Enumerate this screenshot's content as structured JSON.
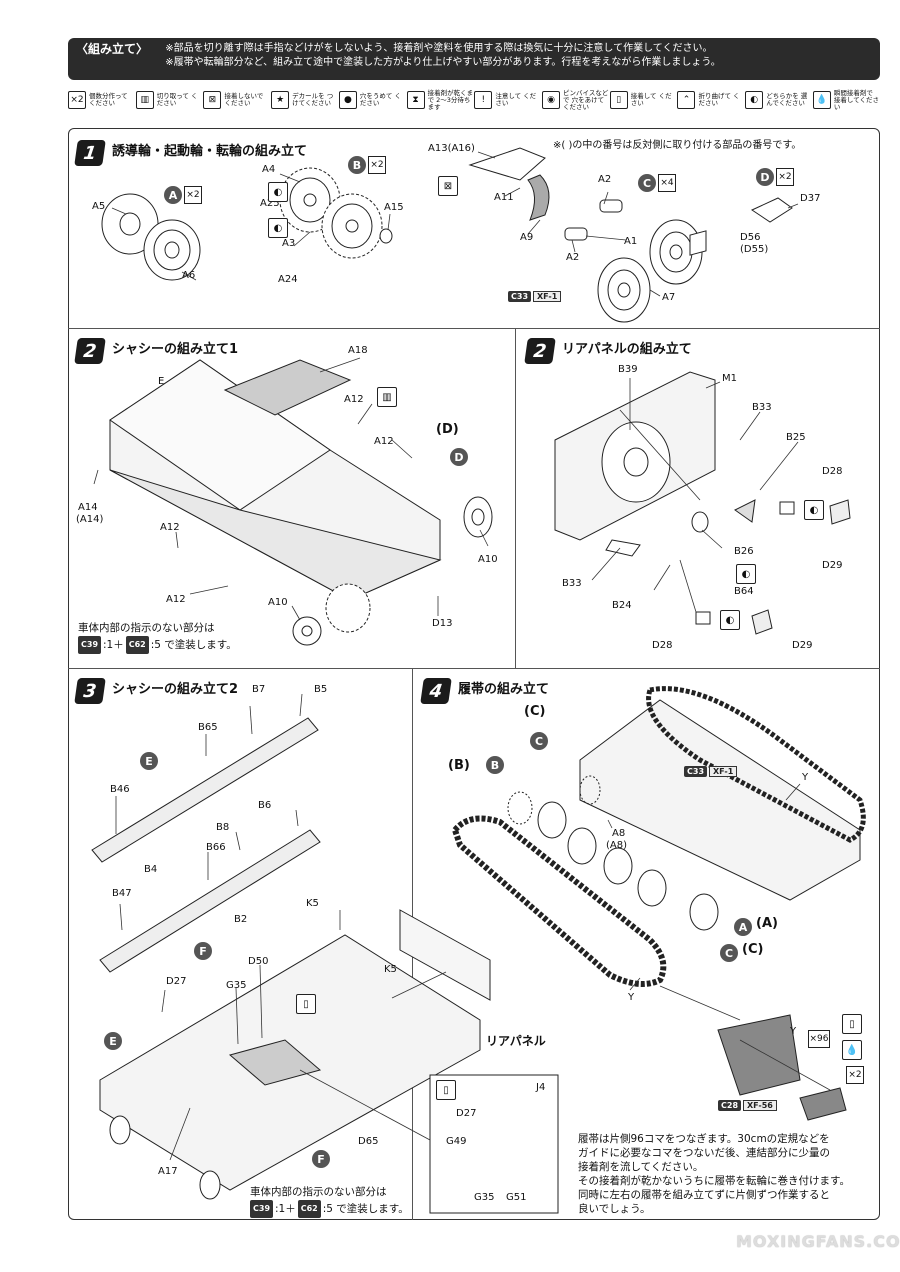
{
  "header": {
    "title": "〈組み立て〉",
    "notes": [
      "※部品を切り離す際は手指などけがをしないよう、接着剤や塗料を使用する際は換気に十分に注意して作業してください。",
      "※履帯や転輪部分など、組み立て途中で塗装した方がより仕上げやすい部分があります。行程を考えながら作業しましょう。"
    ]
  },
  "legend": [
    {
      "icon": "×2",
      "name": "count-icon",
      "text": "個数分作って ください"
    },
    {
      "icon": "▥",
      "name": "cut-icon",
      "text": "切り取って ください"
    },
    {
      "icon": "⊠",
      "name": "no-glue-icon",
      "text": "接着しないで ください"
    },
    {
      "icon": "★",
      "name": "decal-icon",
      "text": "デカールを つけてください"
    },
    {
      "icon": "●",
      "name": "fill-hole-icon",
      "text": "穴をうめて ください"
    },
    {
      "icon": "⧗",
      "name": "glue-wait-icon",
      "text": "接着剤が乾くまで 2〜3分待ちます"
    },
    {
      "icon": "!",
      "name": "caution-icon",
      "text": "注意して ください"
    },
    {
      "icon": "◉",
      "name": "drill-icon",
      "text": "ピンバイスなどで 穴をあけてください"
    },
    {
      "icon": "▯",
      "name": "glue-icon",
      "text": "接着して ください"
    },
    {
      "icon": "⌃",
      "name": "bend-icon",
      "text": "折り曲げて ください"
    },
    {
      "icon": "◐",
      "name": "choose-icon",
      "text": "どちらかを 選んでください"
    },
    {
      "icon": "💧",
      "name": "instant-glue-icon",
      "text": "瞬間接着剤で 接着してください"
    }
  ],
  "ref_note": "※( )の中の番号は反対側に取り付ける部品の番号です。",
  "step1": {
    "num": "1",
    "title": "誘導輪・起動輪・転輪の組み立て",
    "labels": [
      "A5",
      "A6",
      "A4",
      "A25",
      "A3",
      "A24",
      "A15",
      "A13(A16)",
      "A11",
      "A9",
      "A2",
      "A1",
      "A2",
      "A7",
      "D37",
      "D56",
      "(D55)"
    ],
    "sprues": {
      "a": "A",
      "a_qty": "×2",
      "b": "B",
      "b_qty": "×2",
      "c": "C",
      "c_qty": "×4",
      "d": "D",
      "d_qty": "×2"
    },
    "paint": {
      "code": "C33",
      "name": "XF-1"
    }
  },
  "step2a": {
    "num": "2",
    "title": "シャシーの組み立て1",
    "labels": [
      "A18",
      "E",
      "A12",
      "A12",
      "A14",
      "(A14)",
      "A12",
      "A12",
      "A10",
      "D13",
      "A10"
    ],
    "sprues": {
      "d1": "(D)",
      "d2": "D"
    },
    "note1": "車体内部の指示のない部分は",
    "note_c1": "C39",
    "note_r1": ":1＋",
    "note_c2": "C62",
    "note_r2": ":5 で塗装します。"
  },
  "step2b": {
    "num": "2",
    "title": "リアパネルの組み立て",
    "labels": [
      "B39",
      "M1",
      "B33",
      "B25",
      "D28",
      "D29",
      "B26",
      "B64",
      "B33",
      "B24",
      "D28",
      "D29"
    ]
  },
  "step3": {
    "num": "3",
    "title": "シャシーの組み立て2",
    "labels": [
      "B7",
      "B5",
      "B65",
      "B46",
      "B6",
      "B8",
      "B66",
      "B4",
      "B47",
      "B2",
      "K5",
      "K5",
      "D27",
      "D50",
      "G35",
      "A17",
      "D65",
      "J4",
      "D27",
      "G49",
      "G35",
      "G51"
    ],
    "sprues": {
      "e1": "E",
      "f1": "F",
      "e2": "E",
      "f2": "F"
    },
    "rear_panel": "リアパネル",
    "note1": "車体内部の指示のない部分は",
    "note_c1": "C39",
    "note_r1": ":1＋",
    "note_c2": "C62",
    "note_r2": ":5 で塗装します。"
  },
  "step4": {
    "num": "4",
    "title": "履帯の組み立て",
    "labels": [
      "Y",
      "A8",
      "(A8)",
      "Y",
      "Y"
    ],
    "sprues": {
      "c1": "(C)",
      "c2": "C",
      "b1": "(B)",
      "b2": "B",
      "a1": "A",
      "a2": "(A)",
      "c3": "C",
      "c4": "(C)"
    },
    "paint1": {
      "code": "C33",
      "name": "XF-1"
    },
    "paint2": {
      "code": "C28",
      "name": "XF-56"
    },
    "qty1": "×96",
    "qty2": "×2",
    "note": [
      "履帯は片側96コマをつなぎます。30cmの定規などを",
      "ガイドに必要なコマをつないだ後、連結部分に少量の",
      "接着剤を流してください。",
      "その接着剤が乾かないうちに履帯を転輪に巻き付けます。",
      "同時に左右の履帯を組み立てずに片側ずつ作業すると",
      "良いでしょう。"
    ]
  },
  "watermark": "MOXINGFANS.COM"
}
